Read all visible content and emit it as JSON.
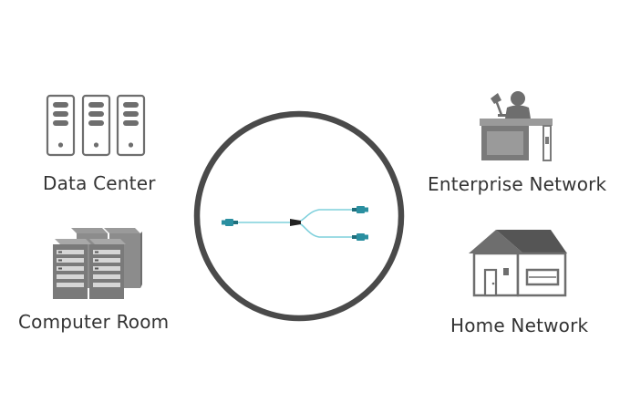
{
  "labels": {
    "data_center": "Data Center",
    "computer_room": "Computer Room",
    "enterprise_network": "Enterprise Network",
    "home_network": "Home Network"
  },
  "icons": {
    "data_center": "server-rack-icon",
    "computer_room": "server-cabinets-icon",
    "enterprise_network": "office-desk-icon",
    "home_network": "house-icon",
    "center": "fiber-breakout-cable-icon"
  },
  "colors": {
    "icon_gray": "#6e6e6e",
    "ring": "#4a4a4a",
    "cable": "#7fd0dc",
    "connector": "#2a8fa0",
    "label_text": "#333333"
  }
}
